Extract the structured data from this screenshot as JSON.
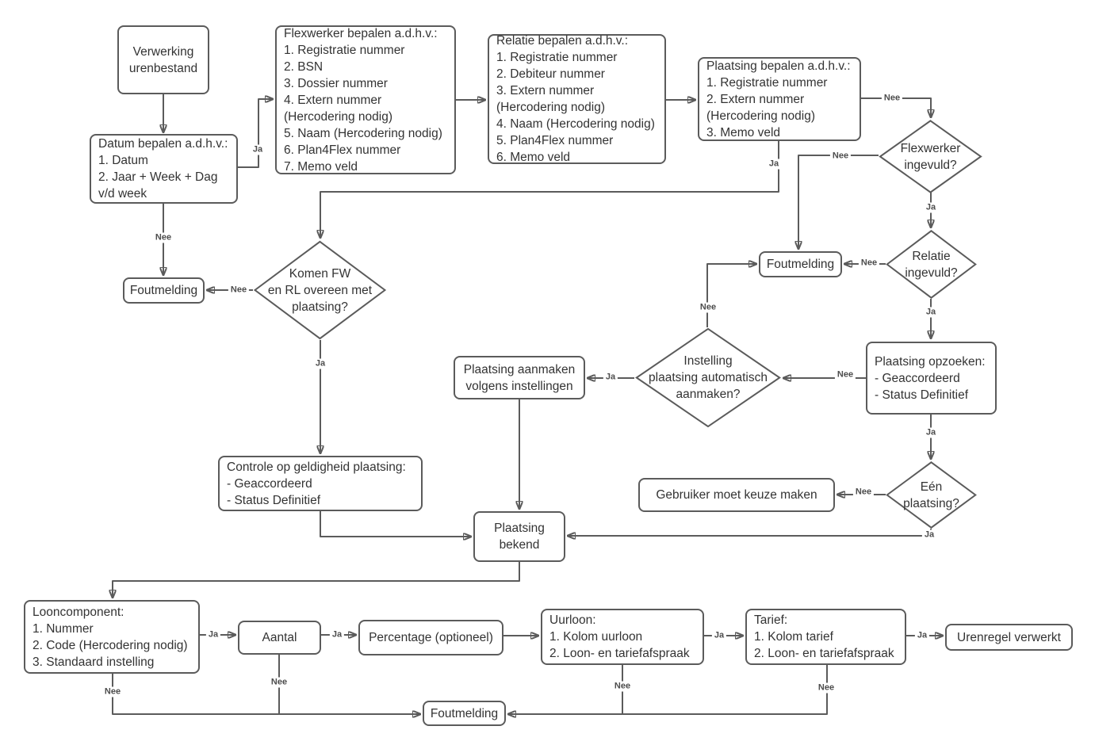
{
  "diagram_title": "Verwerking urenbestand",
  "labels": {
    "ja": "Ja",
    "nee": "Nee"
  },
  "colors": {
    "stroke": "#5b5b5b",
    "text": "#333333",
    "edge_label": "#4d4d4d",
    "background": "#ffffff"
  },
  "nodes": {
    "verwerking": "Verwerking\nurenbestand",
    "datum": "Datum bepalen a.d.h.v.:\n1. Datum\n2. Jaar + Week + Dag\nv/d week",
    "flexwerker": "Flexwerker bepalen a.d.h.v.:\n1. Registratie nummer\n2. BSN\n3. Dossier nummer\n4. Extern nummer\n(Hercodering nodig)\n5. Naam (Hercodering nodig)\n6. Plan4Flex nummer\n7. Memo veld",
    "relatie": "Relatie bepalen a.d.h.v.:\n1. Registratie nummer\n2. Debiteur nummer\n3. Extern nummer\n(Hercodering nodig)\n4. Naam (Hercodering nodig)\n5. Plan4Flex nummer\n6. Memo veld",
    "plaatsing_bepalen": "Plaatsing bepalen a.d.h.v.:\n1. Registratie nummer\n2. Extern nummer\n(Hercodering nodig)\n3. Memo veld",
    "foutmelding": "Foutmelding",
    "komen_fw": "Komen FW\nen RL overeen met\nplaatsing?",
    "flexwerker_ingevuld": "Flexwerker\ningevuld?",
    "relatie_ingevuld": "Relatie\ningevuld?",
    "plaatsing_opzoeken": "Plaatsing opzoeken:\n- Geaccordeerd\n- Status Definitief",
    "instelling": "Instelling\nplaatsing automatisch\naanmaken?",
    "plaatsing_aanmaken": "Plaatsing aanmaken\nvolgens instellingen",
    "gebruiker_keuze": "Gebruiker moet keuze maken",
    "een_plaatsing": "Eén\nplaatsing?",
    "controle": "Controle op geldigheid plaatsing:\n- Geaccordeerd\n- Status Definitief",
    "plaatsing_bekend": "Plaatsing\nbekend",
    "looncomponent": "Looncomponent:\n1. Nummer\n2. Code (Hercodering nodig)\n3. Standaard instelling",
    "aantal": "Aantal",
    "percentage": "Percentage (optioneel)",
    "uurloon": "Uurloon:\n1. Kolom uurloon\n2. Loon- en tariefafspraak",
    "tarief": "Tarief:\n1. Kolom tarief\n2. Loon- en tariefafspraak",
    "urenregel": "Urenregel verwerkt"
  }
}
